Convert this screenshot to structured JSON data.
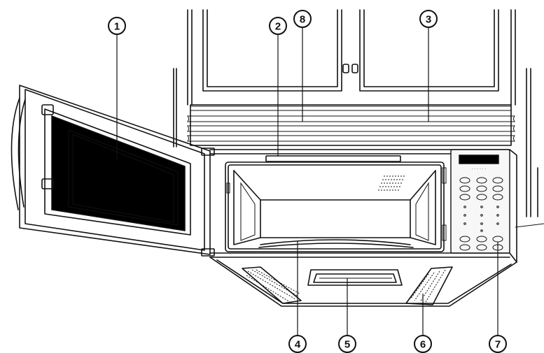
{
  "figure": {
    "subject": "over-the-range-microwave",
    "callouts": [
      {
        "id": "callout-1",
        "label": "1"
      },
      {
        "id": "callout-2",
        "label": "2"
      },
      {
        "id": "callout-3",
        "label": "3"
      },
      {
        "id": "callout-4",
        "label": "4"
      },
      {
        "id": "callout-5",
        "label": "5"
      },
      {
        "id": "callout-6",
        "label": "6"
      },
      {
        "id": "callout-7",
        "label": "7"
      },
      {
        "id": "callout-8",
        "label": "8"
      }
    ]
  },
  "colors": {
    "ink": "#111111",
    "background": "#ffffff",
    "window": "#000000"
  }
}
